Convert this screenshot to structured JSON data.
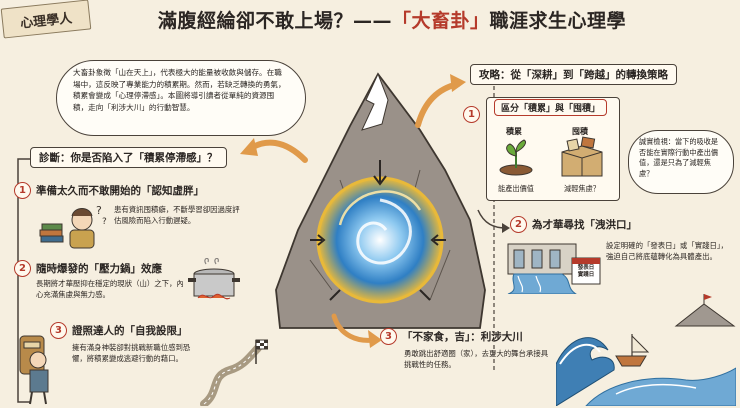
{
  "tag": "心理學人",
  "title": {
    "part1": "滿腹經綸卻不敢上場？——",
    "part2": "「大畜卦」",
    "part3": "職涯求生心理學"
  },
  "intro": "大畜卦象徵「山在天上」，代表極大的能量被收斂與儲存。在職場中，這反映了專業能力的積累期。然而，若缺乏轉換的勇氣，積累會變成「心理停滯感」。本圖將導引讀者從單純的資源囤積，走向「利涉大川」的行動智慧。",
  "diagnosis": {
    "heading": "診斷：你是否陷入了「積累停滯感」？",
    "items": [
      {
        "num": "1",
        "title": "準備太久而不敢開始的「認知虛胖」",
        "text": "患有資訊囤積癖，不斷學習卻因過度評估風險而陷入行動遲疑。"
      },
      {
        "num": "2",
        "title": "隨時爆發的「壓力鍋」效應",
        "text": "長期將才華壓抑在穩定的現狀（山）之下，內心充滿焦慮與無力感。"
      },
      {
        "num": "3",
        "title": "證照達人的「自我設限」",
        "text": "擁有滿身神裝卻對挑戰新職位感到恐懼，將積累變成逃避行動的藉口。"
      }
    ]
  },
  "strategy": {
    "heading": "攻略：從「深耕」到「跨越」的轉換策略",
    "step1": {
      "num": "1",
      "box_title": "區分「積累」與「囤積」",
      "left_label": "積累",
      "right_label": "囤積",
      "left_caption": "能產出價值",
      "right_caption": "減輕焦慮？",
      "bubble": "誠實檢視：當下的吸收是否能在實際行動中產出價值，還是只為了減輕焦慮？"
    },
    "step2": {
      "num": "2",
      "title": "為才華尋找「洩洪口」",
      "text": "設定明確的「發表日」或「實踐日」，強迫自己將底蘊轉化為具體產出。",
      "calendar": "發表日\n實踐日"
    },
    "step3": {
      "num": "3",
      "title": "「不家食，吉」：利涉大川",
      "text": "勇敢跳出舒適圈（家），去更大的舞台承接具挑戰性的任務。"
    }
  },
  "colors": {
    "accent_red": "#b53a2b",
    "background": "#f6efe0",
    "energy_blue": "#2f7fc4",
    "energy_gold": "#e8b93a"
  }
}
